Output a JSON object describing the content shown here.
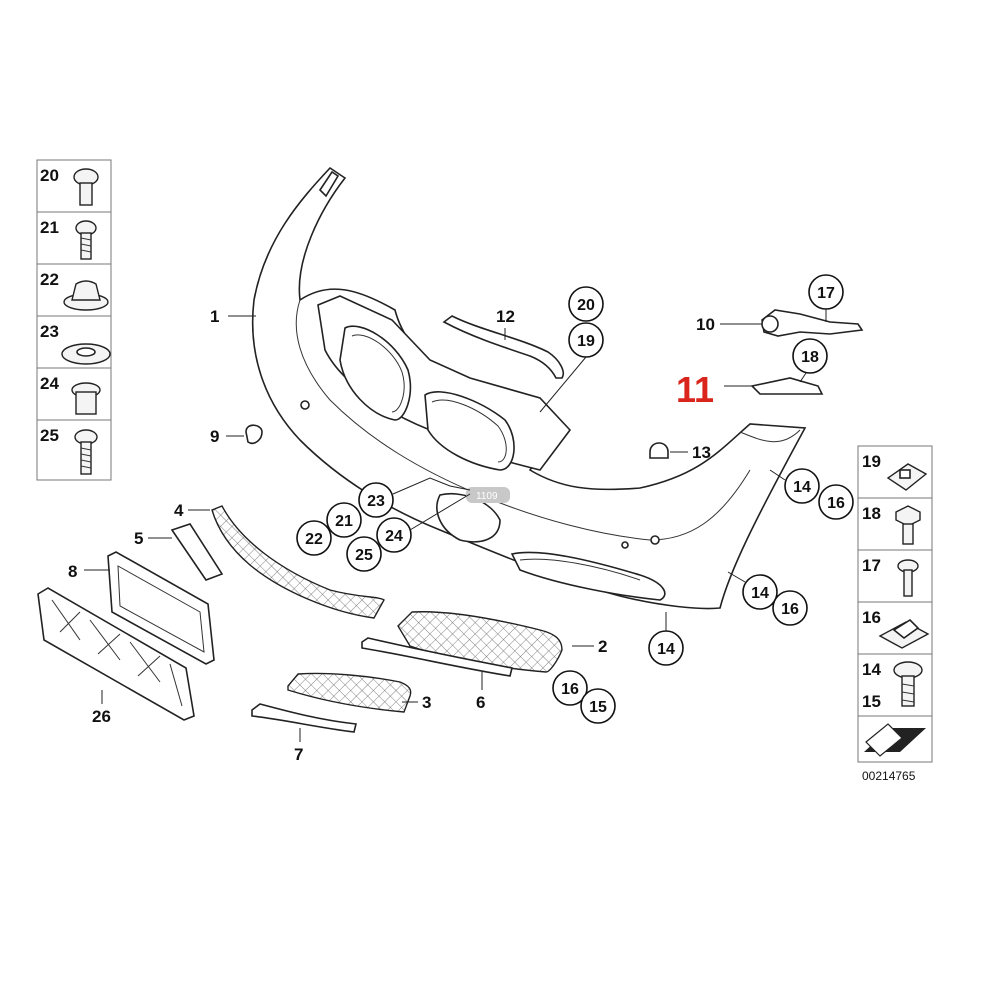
{
  "diagram": {
    "reference_number": "00214765",
    "watermark": "1109",
    "highlight_label": "11",
    "part_labels": {
      "p1": "1",
      "p2": "2",
      "p3": "3",
      "p4": "4",
      "p5": "5",
      "p6": "6",
      "p7": "7",
      "p8": "8",
      "p9": "9",
      "p10": "10",
      "p12": "12",
      "p13": "13",
      "p26": "26"
    },
    "circled_labels": {
      "c17": "17",
      "c18": "18",
      "c20": "20",
      "c19": "19",
      "c23": "23",
      "c21": "21",
      "c22": "22",
      "c24": "24",
      "c25": "25",
      "c14a": "14",
      "c16a": "16",
      "c14b": "14",
      "c16b": "16",
      "c14c": "14",
      "c16c": "16",
      "c15c": "15"
    },
    "left_legend": [
      "20",
      "21",
      "22",
      "23",
      "24",
      "25"
    ],
    "right_legend": [
      "19",
      "18",
      "17",
      "16",
      "14",
      "15"
    ],
    "icons": {
      "bumper": "front-bumper-icon",
      "grille": "grille-icon",
      "fastener": "fastener-icon"
    }
  }
}
